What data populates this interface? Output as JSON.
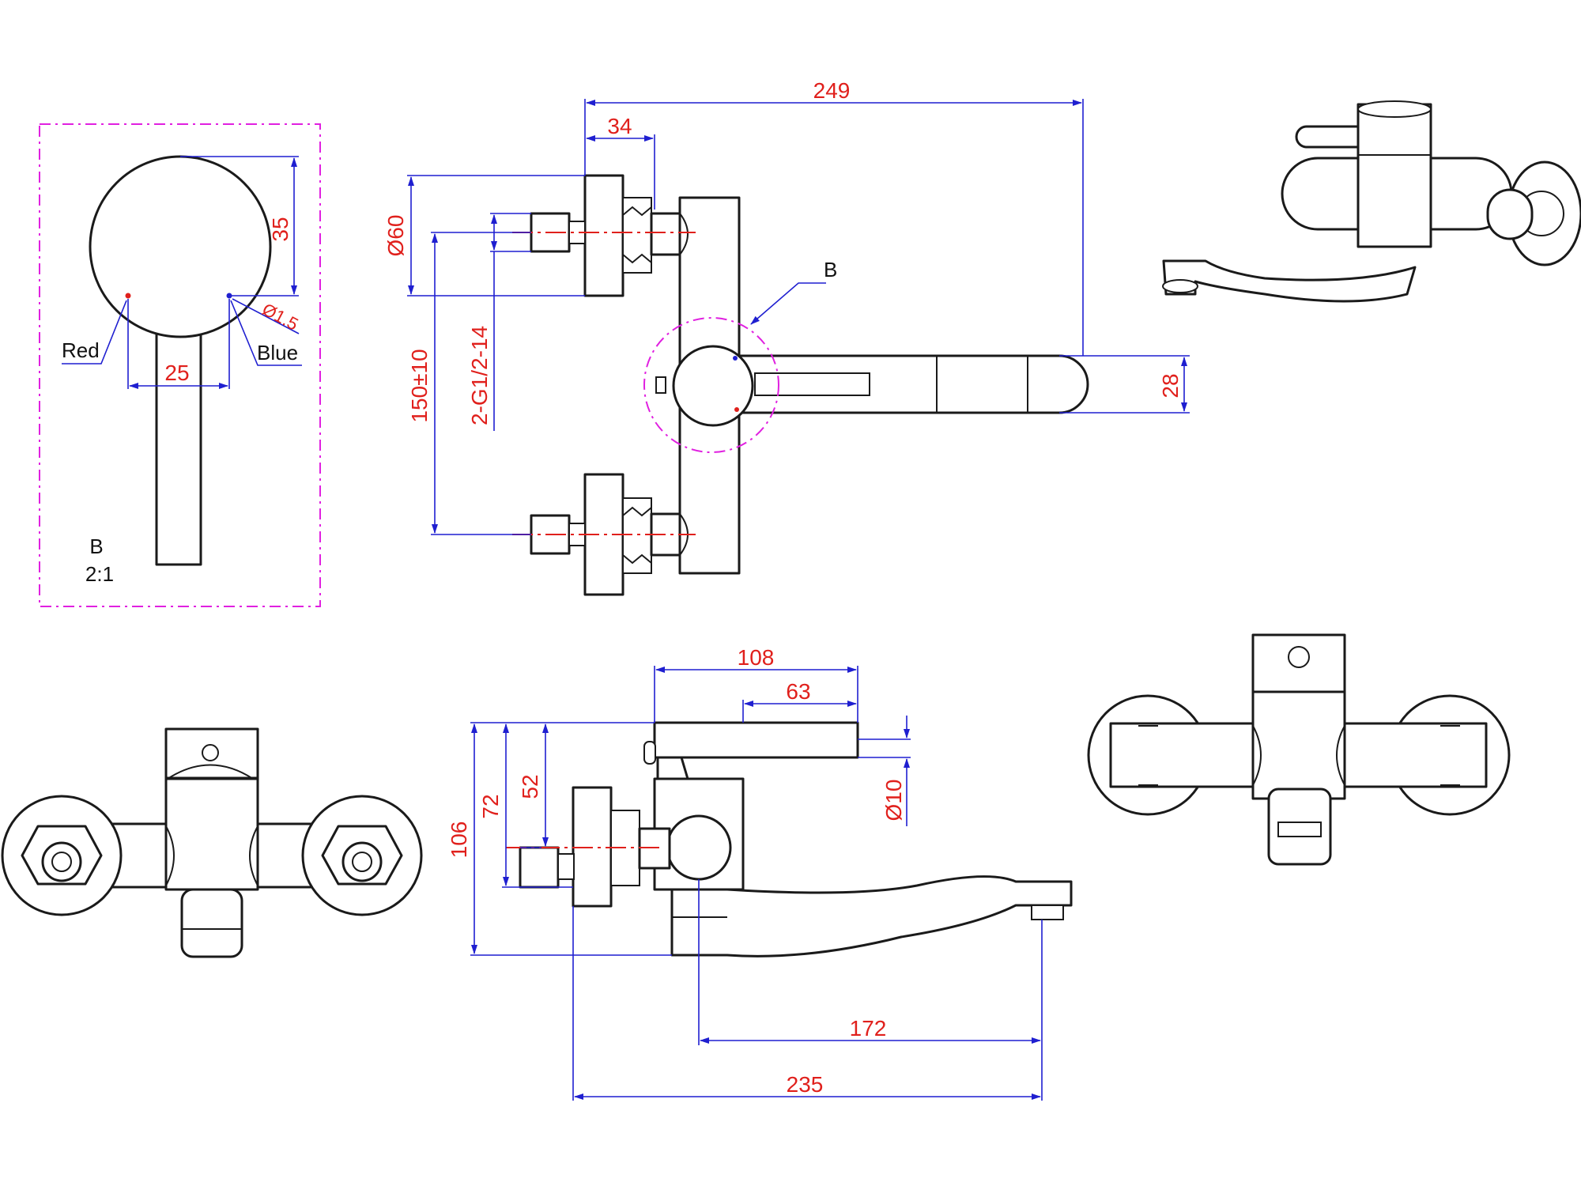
{
  "colors": {
    "dimension_line": "#1f1fd0",
    "dimension_text": "#e0201c",
    "detail_boundary": "#e020e0",
    "outline": "#1a1a1a"
  },
  "detail_b": {
    "label": "B",
    "scale": "2:1",
    "red_label": "Red",
    "blue_label": "Blue",
    "dim_25": "25",
    "dim_35": "35",
    "dim_d15": "Ø1.5"
  },
  "top_view": {
    "dim_249": "249",
    "dim_34": "34",
    "dim_d60": "Ø60",
    "dim_150": "150±10",
    "dim_thread": "2-G1/2-14",
    "dim_28": "28",
    "detail_callout": "B"
  },
  "side_view": {
    "dim_108": "108",
    "dim_63": "63",
    "dim_d10": "Ø10",
    "dim_106": "106",
    "dim_72": "72",
    "dim_52": "52",
    "dim_172": "172",
    "dim_235": "235"
  }
}
